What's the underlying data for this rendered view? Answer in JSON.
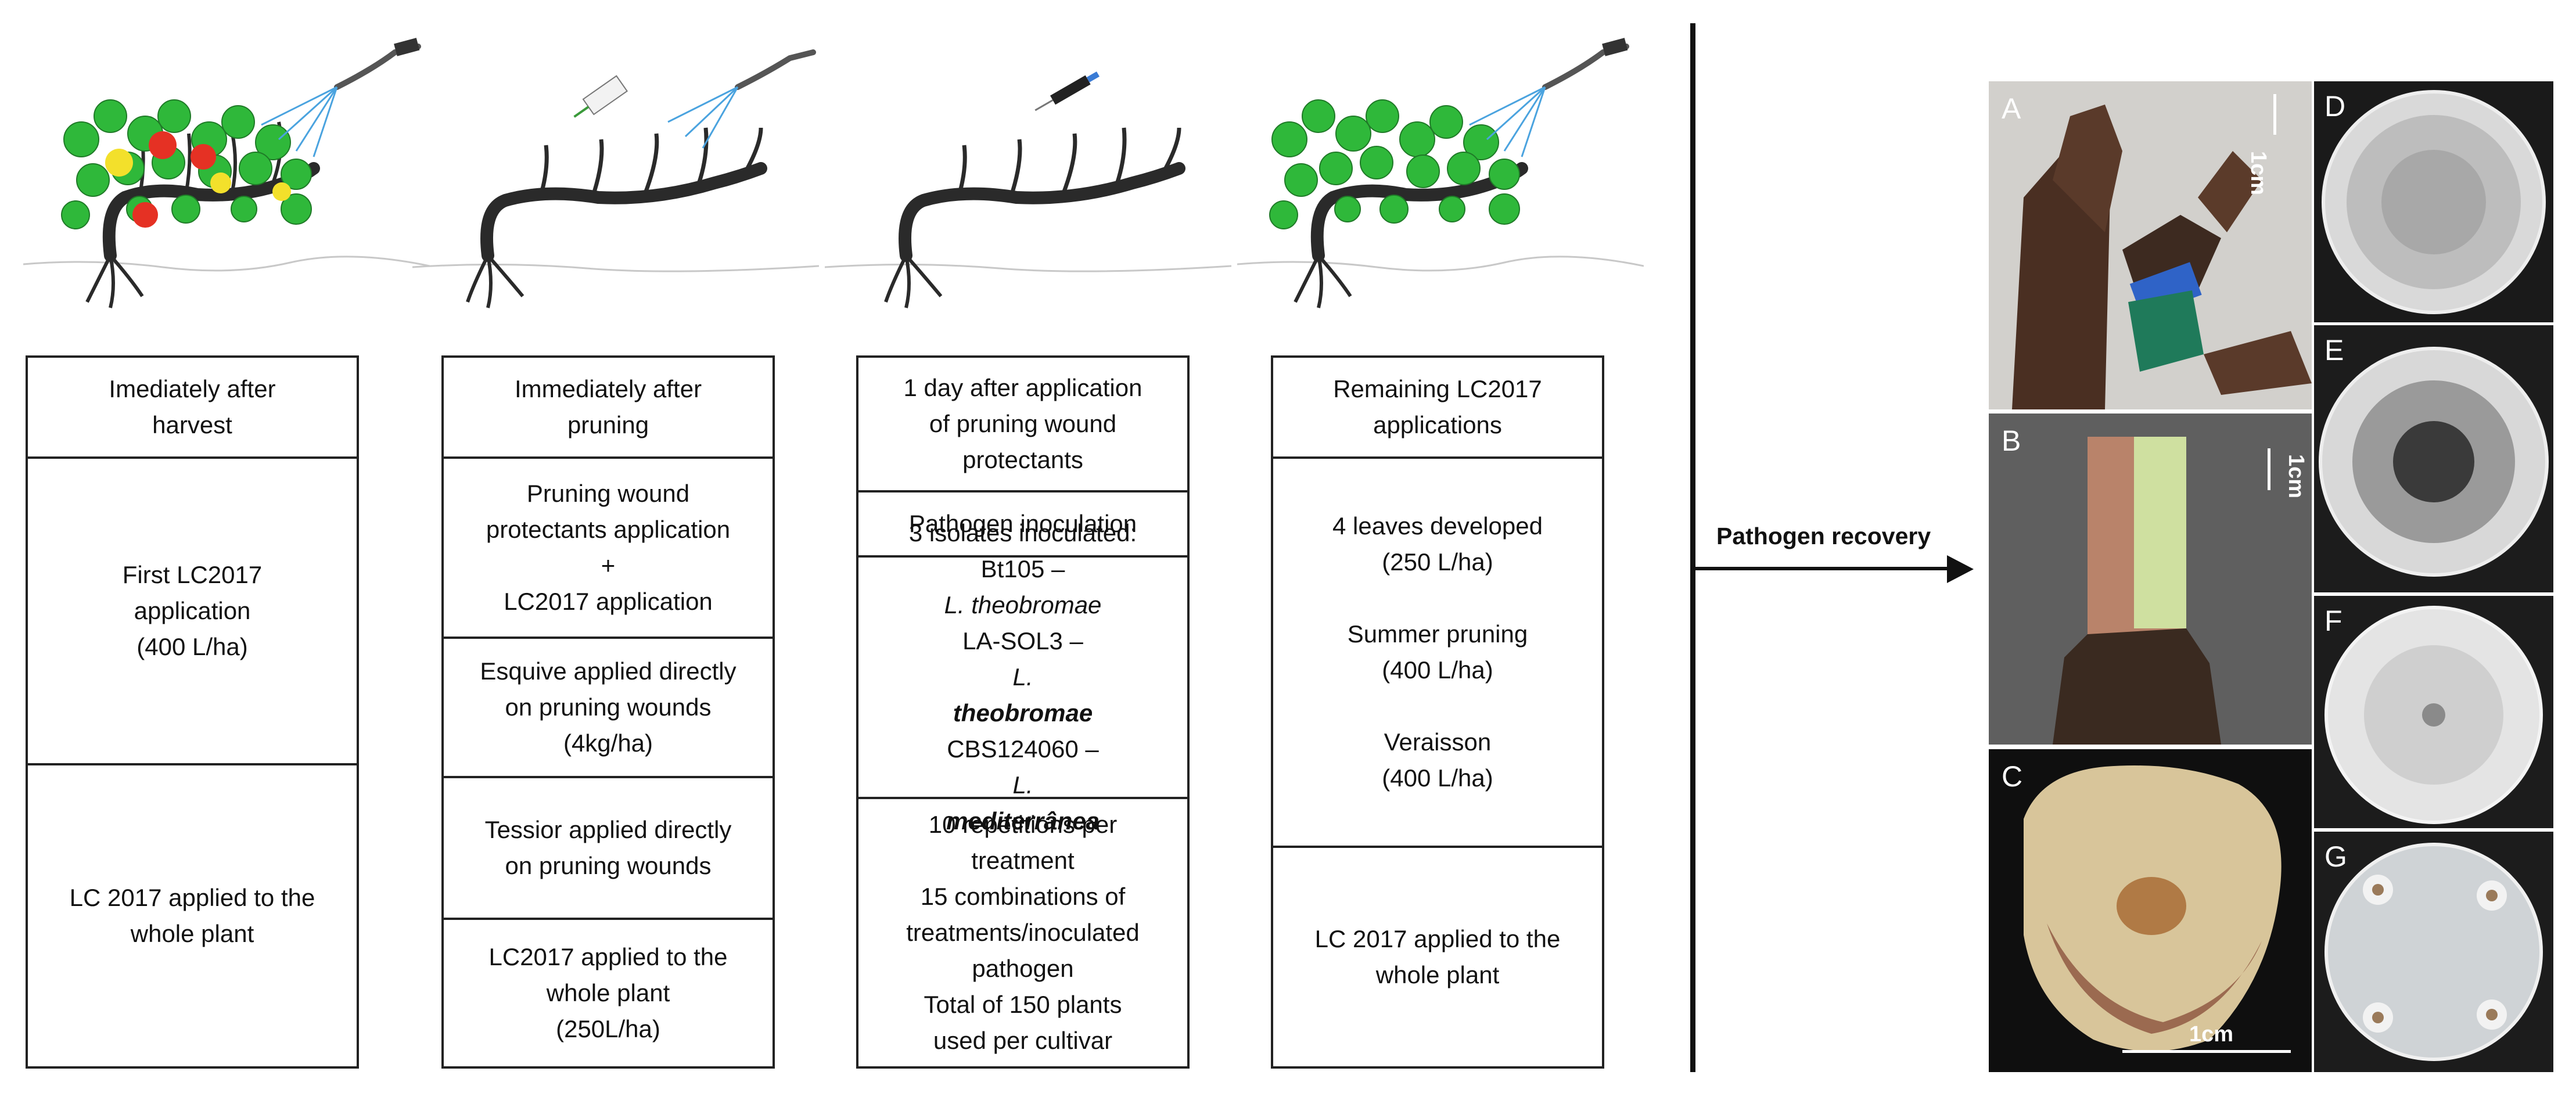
{
  "columns": [
    {
      "cells": [
        {
          "lines": [
            "Imediately after",
            "harvest"
          ]
        },
        {
          "lines": [
            "First LC2017",
            "application",
            "(400 L/ha)"
          ]
        },
        {
          "lines": [
            "LC 2017 applied to the",
            "whole plant"
          ]
        }
      ]
    },
    {
      "cells": [
        {
          "lines": [
            "Immediately after",
            "pruning"
          ]
        },
        {
          "lines": [
            "Pruning wound",
            "protectants application",
            "+",
            "LC2017 application"
          ]
        },
        {
          "lines": [
            "Esquive applied directly",
            "on pruning wounds",
            "(4kg/ha)"
          ]
        },
        {
          "lines": [
            "Tessior applied directly",
            "on pruning wounds"
          ]
        },
        {
          "lines": [
            "LC2017 applied to the",
            "whole plant",
            "(250L/ha)"
          ]
        }
      ]
    },
    {
      "cells": [
        {
          "lines": [
            "1 day after application",
            "of pruning wound",
            "protectants"
          ]
        },
        {
          "lines": [
            "Pathogen inoculation"
          ]
        },
        {
          "lines": [
            "3 isolates inoculated:"
          ],
          "rich": [
            {
              "plain": "Bt105 – ",
              "italic": "L. theobromae"
            },
            {
              "plain": "LA-SOL3 – ",
              "italic": "L."
            },
            {
              "plain": "",
              "italic": "theobromae"
            },
            {
              "plain": "CBS124060 – ",
              "italic": "L."
            },
            {
              "plain": "",
              "italic": "mediterrânea"
            }
          ]
        },
        {
          "lines": [
            "10 repetitions per",
            "treatment",
            "15 combinations of",
            "treatments/inoculated",
            "pathogen",
            "Total of 150 plants",
            "used per cultivar"
          ]
        }
      ]
    },
    {
      "cells": [
        {
          "lines": [
            "Remaining LC2017",
            "applications"
          ]
        },
        {
          "lines": [
            "4 leaves developed",
            "(250 L/ha)",
            "",
            "Summer pruning",
            "(400 L/ha)",
            "",
            "Veraisson",
            "(400 L/ha)"
          ]
        },
        {
          "lines": [
            "LC 2017 applied to the",
            "whole plant"
          ]
        }
      ]
    }
  ],
  "arrow_label": "Pathogen recovery",
  "photo_labels": [
    "A",
    "B",
    "C",
    "D",
    "E",
    "F",
    "G"
  ],
  "scale_labels": [
    "1cm",
    "1cm",
    "1cm"
  ]
}
